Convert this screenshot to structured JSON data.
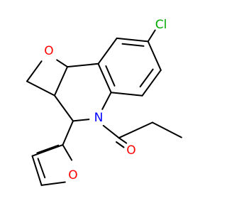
{
  "molecule": {
    "atoms": {
      "chlorine": "Cl",
      "oxygen_ring": "O",
      "nitrogen": "N",
      "oxygen_carbonyl": "O",
      "oxygen_furan": "O"
    }
  },
  "colors": {
    "bond": "#000000",
    "chlorine": "#00aa00",
    "oxygen": "#ff0000",
    "nitrogen": "#0000ff",
    "background": "#ffffff"
  }
}
